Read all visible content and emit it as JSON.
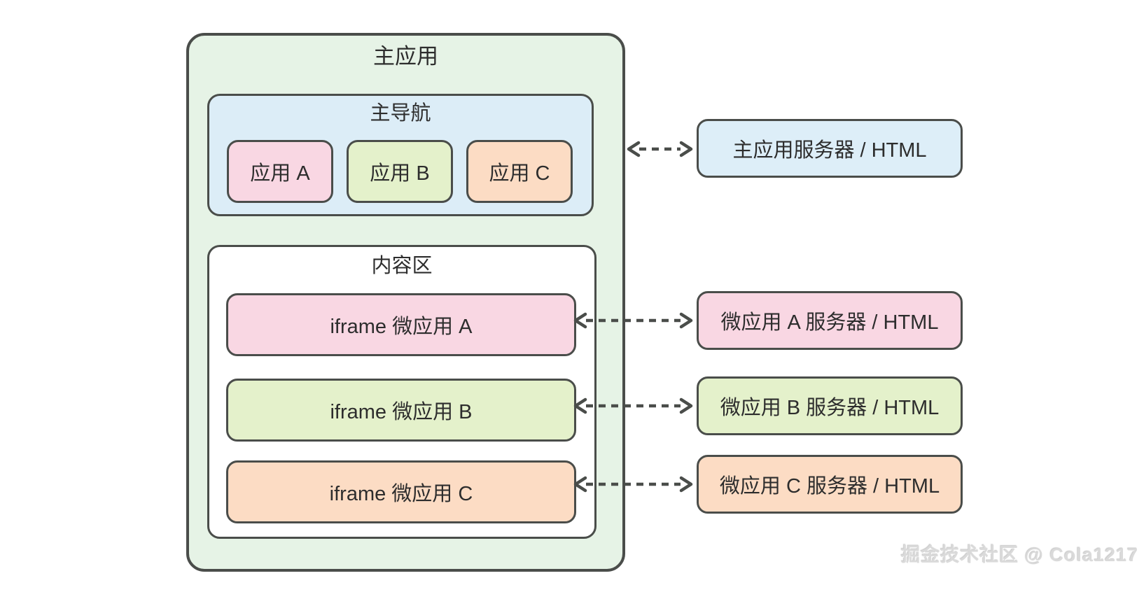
{
  "main_app": {
    "title": "主应用",
    "bg": "#e6f3e6",
    "nav": {
      "title": "主导航",
      "bg": "#dcedf7",
      "items": [
        {
          "label": "应用 A",
          "color": "#f9d7e3"
        },
        {
          "label": "应用 B",
          "color": "#e4f1cb"
        },
        {
          "label": "应用 C",
          "color": "#fcdcc4"
        }
      ]
    },
    "content": {
      "title": "内容区",
      "bg": "#ffffff",
      "iframes": [
        {
          "label": "iframe 微应用 A",
          "color": "#f9d7e3"
        },
        {
          "label": "iframe 微应用 B",
          "color": "#e4f1cb"
        },
        {
          "label": "iframe 微应用 C",
          "color": "#fcdcc4"
        }
      ]
    }
  },
  "servers": [
    {
      "label": "主应用服务器 / HTML",
      "color": "#ddeef8"
    },
    {
      "label": "微应用 A 服务器 / HTML",
      "color": "#f9d7e3"
    },
    {
      "label": "微应用 B 服务器 / HTML",
      "color": "#e4f1cb"
    },
    {
      "label": "微应用 C 服务器 / HTML",
      "color": "#fcdcc4"
    }
  ],
  "watermark": "掘金技术社区 @ Cola1217",
  "colors": {
    "border": "#4a4d4a",
    "arrow": "#4a4d4a",
    "text": "#2d2d2d",
    "watermark": "#dadada",
    "page_bg": "#ffffff"
  }
}
